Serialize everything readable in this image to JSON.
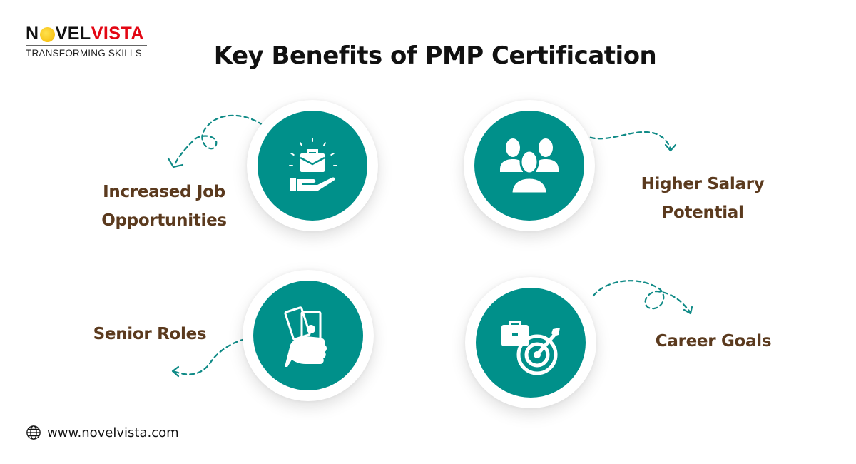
{
  "brand": {
    "name_part1": "N",
    "name_part2": "VEL",
    "name_part3": "VISTA",
    "tagline": "TRANSFORMING SKILLS",
    "colors": {
      "black": "#111111",
      "red": "#e30613",
      "medal": "#f5b700"
    }
  },
  "title": "Key Benefits of PMP Certification",
  "benefits": [
    {
      "label_line1": "Increased Job",
      "label_line2": "Opportunities",
      "icon": "hand-holding-briefcase-icon"
    },
    {
      "label_line1": "Higher Salary",
      "label_line2": "Potential",
      "icon": "team-people-icon"
    },
    {
      "label_line1": "Senior Roles",
      "icon": "hand-holding-money-icon"
    },
    {
      "label_line1": "Career Goals",
      "icon": "briefcase-target-icon"
    }
  ],
  "colors": {
    "accent": "#00908a",
    "label": "#5b3a1e",
    "title": "#111111"
  },
  "footer": {
    "icon": "globe-icon",
    "url": "www.novelvista.com"
  }
}
